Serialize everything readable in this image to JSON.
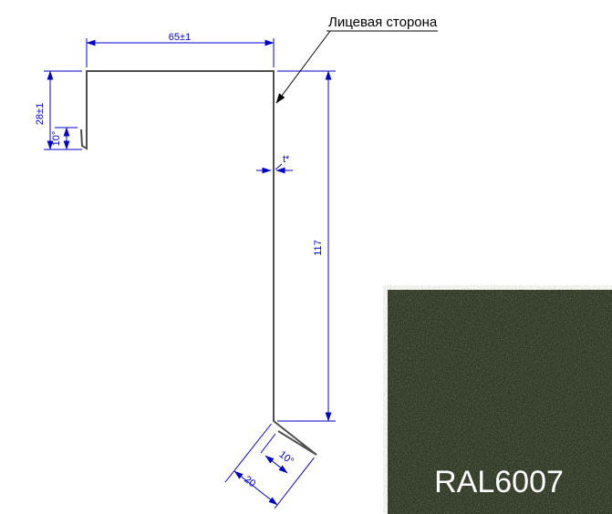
{
  "drawing": {
    "callout_label": "Лицевая сторона",
    "dimensions": {
      "top_width": "65±1",
      "left_height": "28±1",
      "left_hem_angle": "10°",
      "thickness": "t*",
      "face_height": "117",
      "drip_length": "20",
      "drip_hem_angle": "10°"
    },
    "colors": {
      "dimension_blue": "#0000cd",
      "profile_gray": "#4f4f4f",
      "callout_black": "#000000"
    }
  },
  "swatch": {
    "label": "RAL6007",
    "base_color": "#2b3423",
    "speckle_color": "#51603a",
    "text_color": "#ffffff"
  }
}
